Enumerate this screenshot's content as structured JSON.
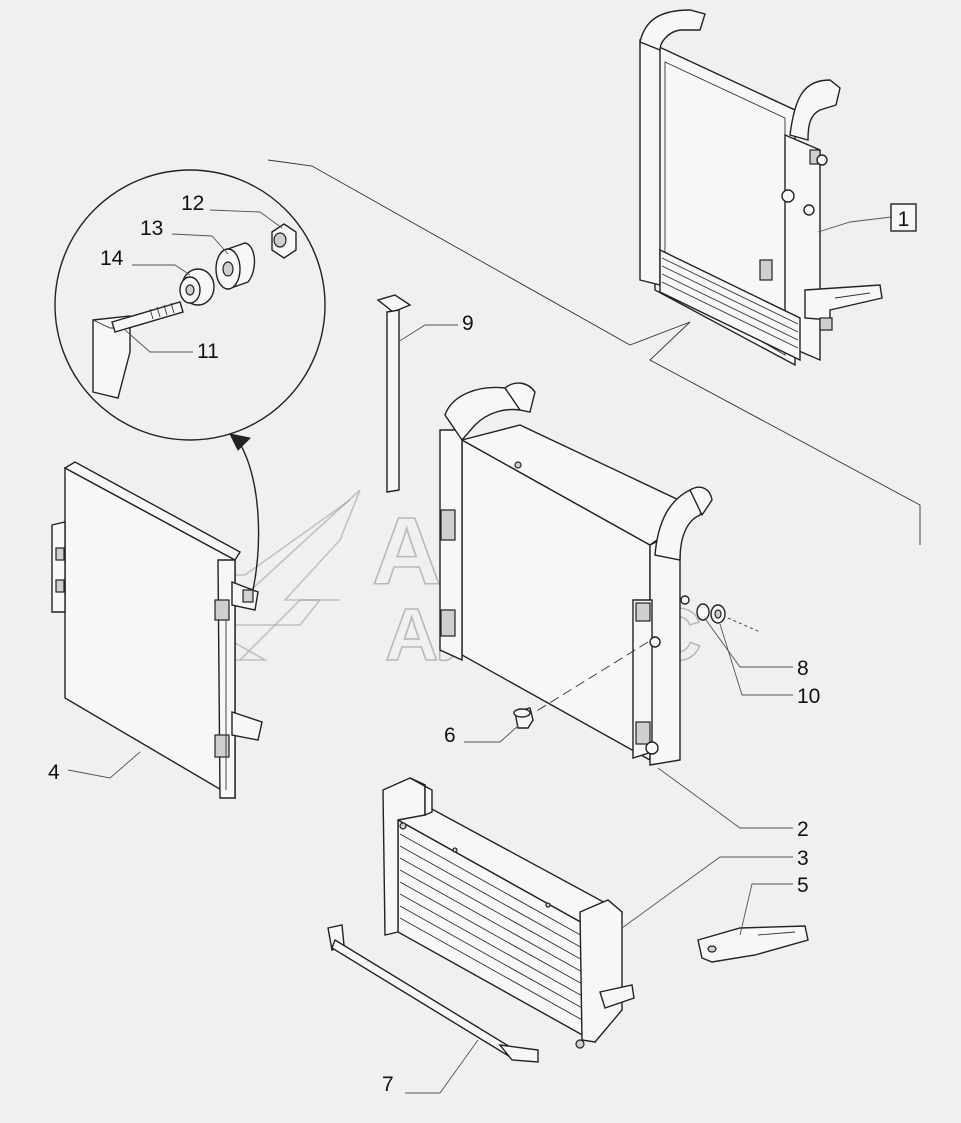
{
  "watermark": {
    "line1": "АВТО",
    "line2": "АЛЬЯНС"
  },
  "callouts": [
    {
      "id": "1",
      "text": "1",
      "boxed": true
    },
    {
      "id": "2",
      "text": "2"
    },
    {
      "id": "3",
      "text": "3"
    },
    {
      "id": "4",
      "text": "4"
    },
    {
      "id": "5",
      "text": "5"
    },
    {
      "id": "6",
      "text": "6"
    },
    {
      "id": "7",
      "text": "7"
    },
    {
      "id": "8",
      "text": "8"
    },
    {
      "id": "9",
      "text": "9"
    },
    {
      "id": "10",
      "text": "10"
    },
    {
      "id": "11",
      "text": "11"
    },
    {
      "id": "12",
      "text": "12"
    },
    {
      "id": "13",
      "text": "13"
    },
    {
      "id": "14",
      "text": "14"
    }
  ]
}
